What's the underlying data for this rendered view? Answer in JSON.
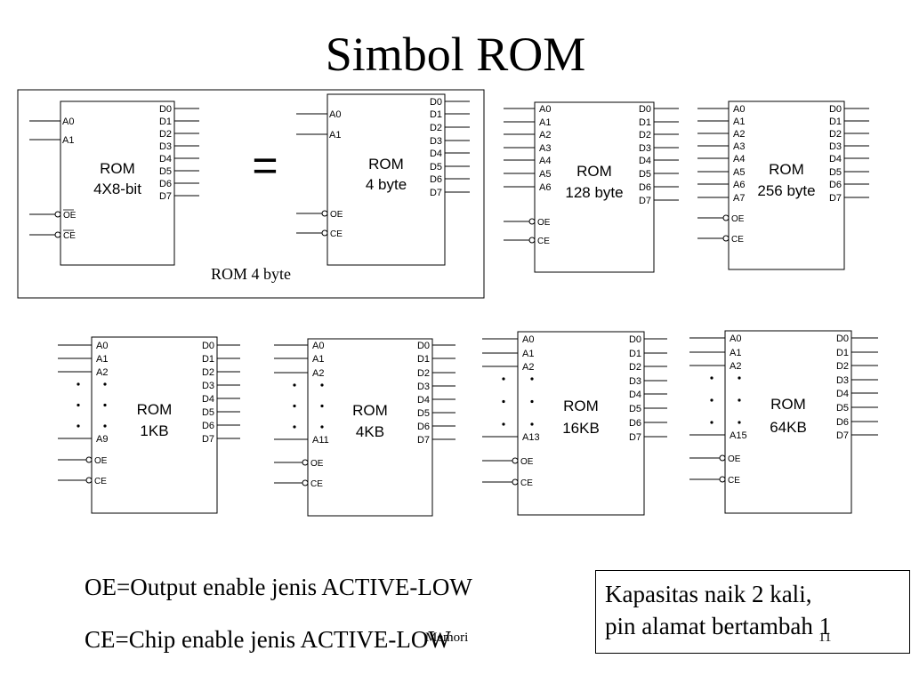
{
  "title": "Simbol ROM",
  "group_caption": "ROM 4 byte",
  "equals_sign": "=",
  "chips": [
    {
      "id": "rom-4x8bit",
      "label": [
        "ROM",
        "4X8-bit"
      ],
      "addr": [
        "A0",
        "A1"
      ],
      "data": [
        "D0",
        "D1",
        "D2",
        "D3",
        "D4",
        "D5",
        "D6",
        "D7"
      ],
      "ctrl": [
        "OE",
        "CE"
      ],
      "ctrl_overline": true
    },
    {
      "id": "rom-4byte",
      "label": [
        "ROM",
        "4 byte"
      ],
      "addr": [
        "A0",
        "A1"
      ],
      "data": [
        "D0",
        "D1",
        "D2",
        "D3",
        "D4",
        "D5",
        "D6",
        "D7"
      ],
      "ctrl": [
        "OE",
        "CE"
      ],
      "ctrl_overline": false
    },
    {
      "id": "rom-128byte",
      "label": [
        "ROM",
        "128 byte"
      ],
      "addr": [
        "A0",
        "A1",
        "A2",
        "A3",
        "A4",
        "A5",
        "A6"
      ],
      "data": [
        "D0",
        "D1",
        "D2",
        "D3",
        "D4",
        "D5",
        "D6",
        "D7"
      ],
      "ctrl": [
        "OE",
        "CE"
      ],
      "ctrl_overline": false
    },
    {
      "id": "rom-256byte",
      "label": [
        "ROM",
        "256 byte"
      ],
      "addr": [
        "A0",
        "A1",
        "A2",
        "A3",
        "A4",
        "A5",
        "A6",
        "A7"
      ],
      "data": [
        "D0",
        "D1",
        "D2",
        "D3",
        "D4",
        "D5",
        "D6",
        "D7"
      ],
      "ctrl": [
        "OE",
        "CE"
      ],
      "ctrl_overline": false
    },
    {
      "id": "rom-1kb",
      "label": [
        "ROM",
        "1KB"
      ],
      "addr": [
        "A0",
        "A1",
        "A2"
      ],
      "last_addr": "A9",
      "data": [
        "D0",
        "D1",
        "D2",
        "D3",
        "D4",
        "D5",
        "D6",
        "D7"
      ],
      "ctrl": [
        "OE",
        "CE"
      ],
      "ctrl_overline": false
    },
    {
      "id": "rom-4kb",
      "label": [
        "ROM",
        "4KB"
      ],
      "addr": [
        "A0",
        "A1",
        "A2"
      ],
      "last_addr": "A11",
      "data": [
        "D0",
        "D1",
        "D2",
        "D3",
        "D4",
        "D5",
        "D6",
        "D7"
      ],
      "ctrl": [
        "OE",
        "CE"
      ],
      "ctrl_overline": false
    },
    {
      "id": "rom-16kb",
      "label": [
        "ROM",
        "16KB"
      ],
      "addr": [
        "A0",
        "A1",
        "A2"
      ],
      "last_addr": "A13",
      "data": [
        "D0",
        "D1",
        "D2",
        "D3",
        "D4",
        "D5",
        "D6",
        "D7"
      ],
      "ctrl": [
        "OE",
        "CE"
      ],
      "ctrl_overline": false
    },
    {
      "id": "rom-64kb",
      "label": [
        "ROM",
        "64KB"
      ],
      "addr": [
        "A0",
        "A1",
        "A2"
      ],
      "last_addr": "A15",
      "data": [
        "D0",
        "D1",
        "D2",
        "D3",
        "D4",
        "D5",
        "D6",
        "D7"
      ],
      "ctrl": [
        "OE",
        "CE"
      ],
      "ctrl_overline": false
    }
  ],
  "notes": {
    "oe": "OE=Output enable jenis ACTIVE-LOW",
    "ce": "CE=Chip enable jenis ACTIVE-LOW"
  },
  "callout": {
    "line1": "Kapasitas naik 2 kali,",
    "line2": "pin alamat bertambah 1"
  },
  "footer": {
    "label": "Memori",
    "page": "11"
  }
}
